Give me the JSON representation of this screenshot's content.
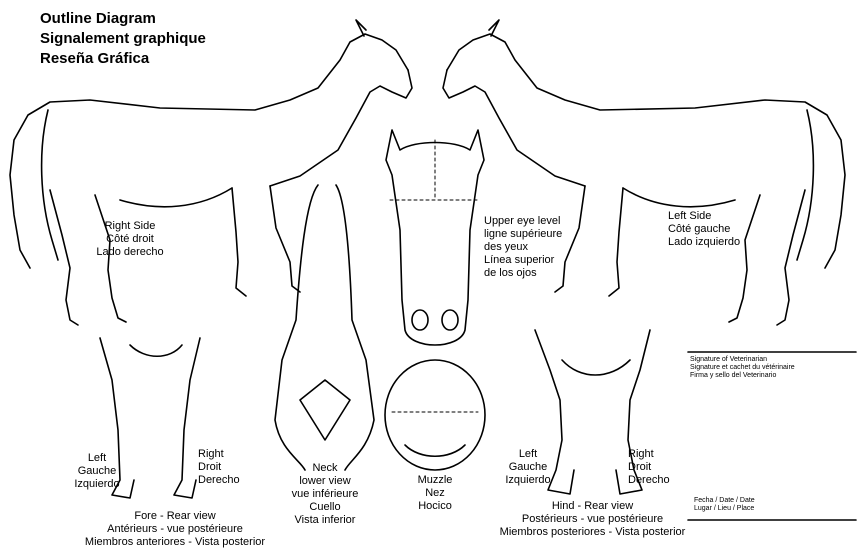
{
  "titles": [
    "Outline Diagram",
    "Signalement graphique",
    "Reseña Gráfica"
  ],
  "right_side": [
    "Right Side",
    "Côté droit",
    "Lado derecho"
  ],
  "left_side": [
    "Left Side",
    "Côté gauche",
    "Lado izquierdo"
  ],
  "eye_level": [
    "Upper eye level",
    "ligne supérieure",
    "des yeux",
    "Línea superior",
    "de los ojos"
  ],
  "neck_view": [
    "Neck",
    "lower view",
    "vue inférieure",
    "Cuello",
    "Vista inferior"
  ],
  "muzzle": [
    "Muzzle",
    "Nez",
    "Hocico"
  ],
  "fore_left": [
    "Left",
    "Gauche",
    "Izquierdo"
  ],
  "fore_right": [
    "Right",
    "Droit",
    "Derecho"
  ],
  "fore_caption": [
    "Fore - Rear view",
    "Antérieurs - vue postérieure",
    "Miembros anteriores - Vista posterior"
  ],
  "hind_left": [
    "Left",
    "Gauche",
    "Izquierdo"
  ],
  "hind_right": [
    "Right",
    "Droit",
    "Derecho"
  ],
  "hind_caption": [
    "Hind - Rear view",
    "Postérieurs - vue postérieure",
    "Miembros posteriores - Vista posterior"
  ],
  "signature_box": [
    "Signature of Veterinarian",
    "Signature et cachet du vétérinaire",
    "Firma y sello del Veterinario"
  ],
  "date_box": [
    "Fecha / Date / Date",
    "Lugar / Lieu / Place"
  ]
}
